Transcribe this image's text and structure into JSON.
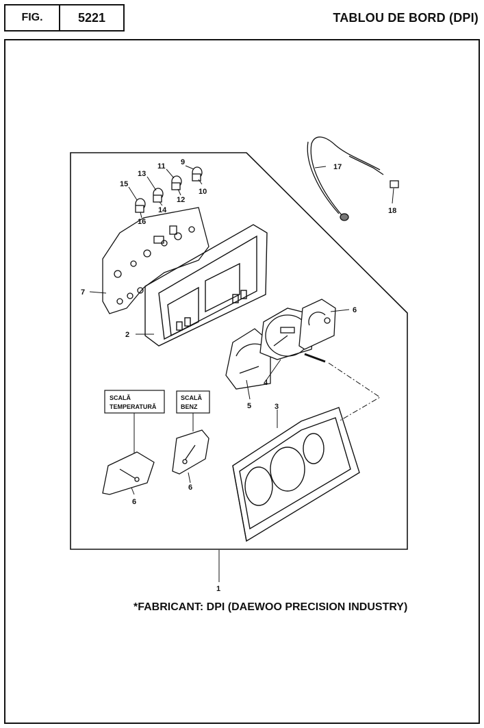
{
  "header": {
    "fig_label": "FIG.",
    "fig_number": "5221",
    "title": "TABLOU DE BORD (DPI)"
  },
  "callouts": {
    "c1": "1",
    "c2": "2",
    "c3": "3",
    "c4": "4",
    "c5": "5",
    "c6a": "6",
    "c6b": "6",
    "c6c": "6",
    "c7": "7",
    "c9": "9",
    "c10": "10",
    "c11": "11",
    "c12": "12",
    "c13": "13",
    "c14": "14",
    "c15": "15",
    "c16": "16",
    "c17": "17",
    "c18": "18"
  },
  "boxes": {
    "temp_line1": "SCALĂ",
    "temp_line2": "TEMPERATURĂ",
    "fuel_line1": "SCALĂ",
    "fuel_line2": "BENZ"
  },
  "footer_note": "*FABRICANT: DPI (DAEWOO PRECISION INDUSTRY)"
}
